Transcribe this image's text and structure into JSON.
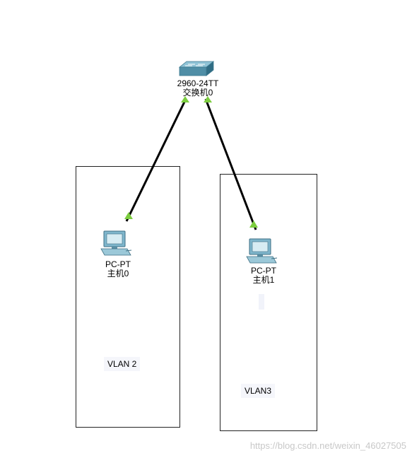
{
  "switch": {
    "model": "2960-24TT",
    "name": "交换机0"
  },
  "hosts": [
    {
      "model": "PC-PT",
      "name": "主机0"
    },
    {
      "model": "PC-PT",
      "name": "主机1"
    }
  ],
  "vlans": [
    {
      "label": "VLAN 2"
    },
    {
      "label": "VLAN3"
    }
  ],
  "watermark": "https://blog.csdn.net/weixin_46027505",
  "colors": {
    "link": "#000000",
    "port_up": "#7ccd3f",
    "switch_body": "#5a96ad",
    "pc_body": "#7fb6cc"
  }
}
